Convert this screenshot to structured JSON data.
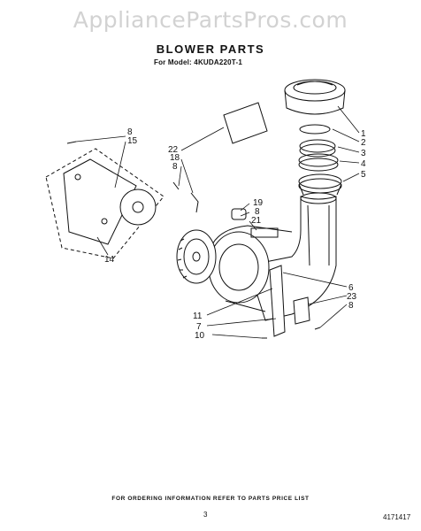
{
  "watermark": "AppliancePartsPros.com",
  "title": "BLOWER PARTS",
  "subtitle": "For Model: 4KUDA220T-1",
  "callouts": [
    "8",
    "15",
    "22",
    "18",
    "8",
    "19",
    "8",
    "21",
    "14",
    "1",
    "2",
    "3",
    "4",
    "5",
    "6",
    "23",
    "8",
    "11",
    "7",
    "10"
  ],
  "footer_note": "FOR ORDERING INFORMATION REFER TO PARTS PRICE LIST",
  "page_number": "3",
  "doc_code": "4171417"
}
